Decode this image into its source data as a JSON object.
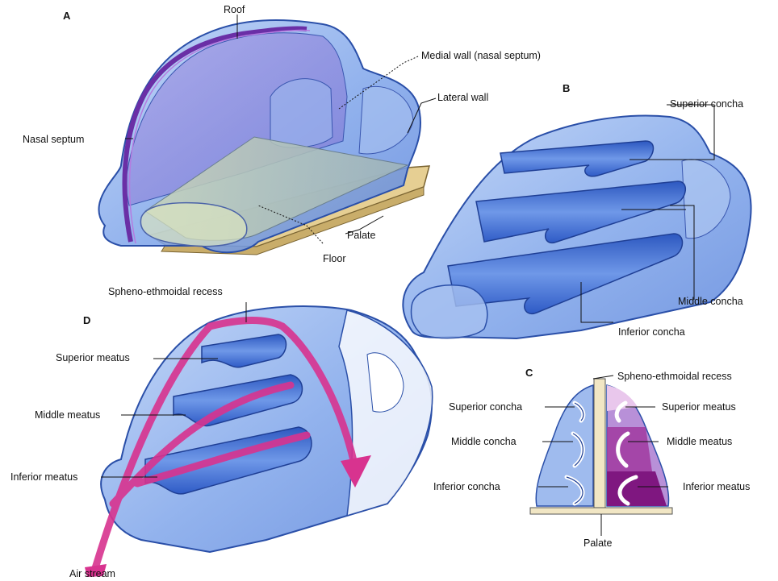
{
  "panels": {
    "a": "A",
    "b": "B",
    "c": "C",
    "d": "D"
  },
  "labels": {
    "roof": "Roof",
    "medial_wall": "Medial wall (nasal septum)",
    "lateral_wall": "Lateral wall",
    "nasal_septum": "Nasal septum",
    "palate_a": "Palate",
    "floor": "Floor",
    "superior_concha_b": "Superior concha",
    "middle_concha_b": "Middle concha",
    "inferior_concha_b": "Inferior concha",
    "spheno_recess_d": "Spheno-ethmoidal recess",
    "superior_meatus_d": "Superior meatus",
    "middle_meatus_d": "Middle meatus",
    "inferior_meatus_d": "Inferior meatus",
    "air_stream": "Air stream",
    "spheno_recess_c": "Spheno-ethmoidal recess",
    "superior_concha_c": "Superior concha",
    "superior_meatus_c": "Superior meatus",
    "middle_concha_c": "Middle concha",
    "middle_meatus_c": "Middle meatus",
    "inferior_concha_c": "Inferior concha",
    "inferior_meatus_c": "Inferior meatus",
    "palate_c": "Palate"
  },
  "colors": {
    "cavity_fill": "#8fb3ec",
    "cavity_stroke": "#2a4fa8",
    "septum_purple": "#7b3fb0",
    "concha_blue": "#3f6fd0",
    "air_pink": "#d8338f",
    "palate_tan": "#e8d29a",
    "meatus_purple": "#8a1f86"
  }
}
